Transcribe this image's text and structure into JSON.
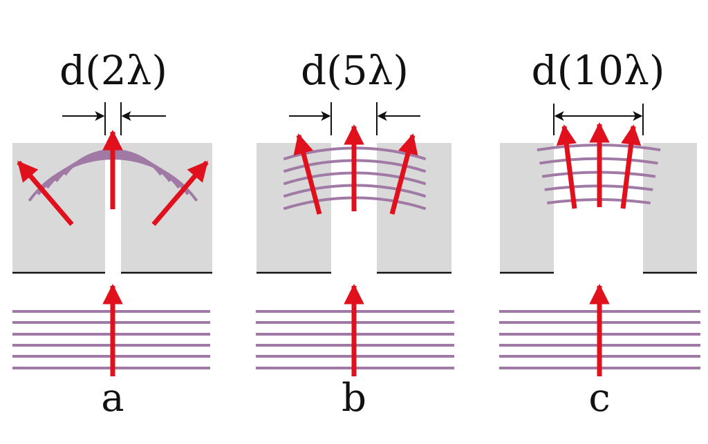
{
  "colors": {
    "wave": "#a07aa5",
    "arrow": "#e0101d",
    "barrier": "#d9d9d9",
    "ink": "#111111",
    "background": "#ffffff"
  },
  "panels": [
    {
      "id": "a",
      "title": "d(2λ)",
      "label": "a"
    },
    {
      "id": "b",
      "title": "d(5λ)",
      "label": "b"
    },
    {
      "id": "c",
      "title": "d(10λ)",
      "label": "c"
    }
  ]
}
